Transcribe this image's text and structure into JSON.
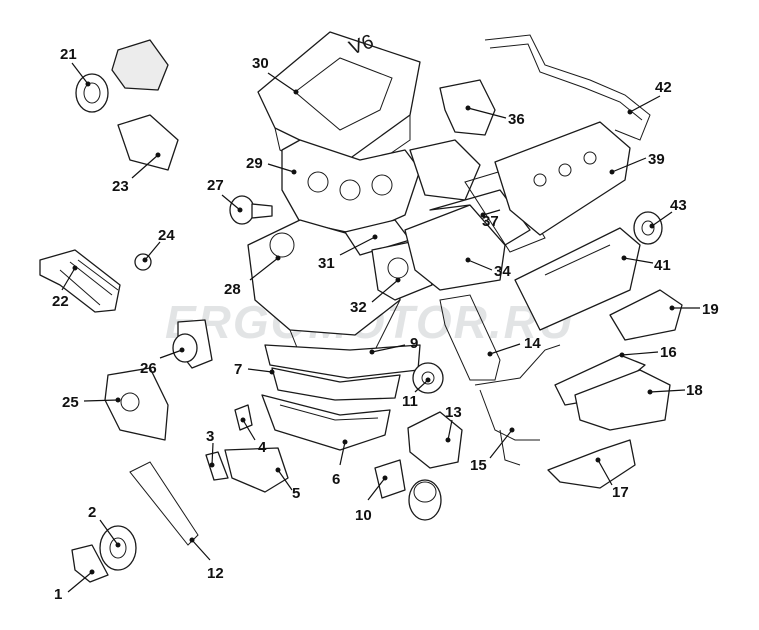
{
  "diagram": {
    "watermark": "ERGOMOTOR.RU",
    "cover_marking": "V6",
    "callouts": [
      "1",
      "2",
      "3",
      "4",
      "5",
      "6",
      "7",
      "9",
      "10",
      "11",
      "12",
      "13",
      "14",
      "15",
      "16",
      "17",
      "18",
      "19",
      "21",
      "22",
      "23",
      "24",
      "25",
      "26",
      "27",
      "28",
      "29",
      "30",
      "31",
      "32",
      "34",
      "36",
      "37",
      "39",
      "41",
      "42",
      "43"
    ]
  }
}
